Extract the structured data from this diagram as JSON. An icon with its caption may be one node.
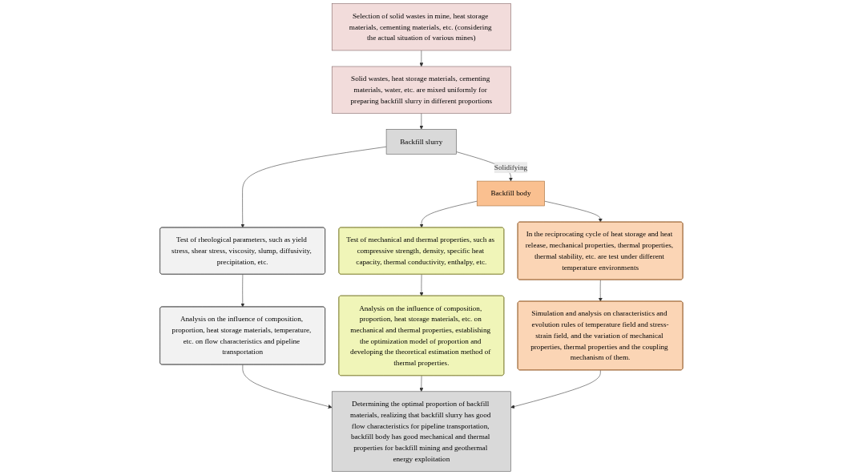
{
  "diagram": {
    "nodes": [
      {
        "text": [
          "Selection of solid wastes in mine, heat storage materials, cementing materials, etc. (considering the actual situation of various mines)"
        ]
      },
      {
        "text": [
          "Solid wastes, heat storage materials, cementing materials, water, etc. are mixed uniformly for preparing backfill slurry in different proportions"
        ]
      },
      {
        "text": [
          "Backfill slurry"
        ]
      },
      {
        "text": [
          "Backfill body"
        ]
      },
      {
        "text": [
          "Test of rheological parameters, such as yield stress, shear stress, viscosity, slump, diffusivity, precipitation, etc."
        ]
      },
      {
        "text": [
          "Test of mechanical and thermal properties, such as compressive strength, density, specific heat capacity, thermal conductivity, enthalpy, etc."
        ]
      },
      {
        "text": [
          "In the reciprocating cycle of heat storage and heat release, mechanical properties, thermal properties, thermal stability, etc. are test under different temperature environments"
        ]
      },
      {
        "text": [
          "Analysis on the influence of composition, proportion, heat storage materials, temperature, etc. on flow characteristics and pipeline transportation"
        ]
      },
      {
        "text": [
          "Analysis on the influence of composition, proportion, heat storage materials, etc. on mechanical and thermal properties, establishing the optimization model of proportion and developing the theoretical estimation method of thermal properties."
        ]
      },
      {
        "text": [
          "Simulation and analysis on characteristics and evolution rules of temperature field and stress-strain field, and the variation of mechanical properties, thermal properties and the coupling mechanism of them."
        ]
      },
      {
        "text": [
          "Determining the optimal proportion of backfill materials, realizing that backfill slurry has good flow characteristics for pipeline transportation, backfill body has good mechanical and thermal properties for backfill mining and geothermal energy exploitation"
        ]
      }
    ],
    "edges": [
      {
        "from": 0,
        "to": 1,
        "arrow": "to"
      },
      {
        "from": 1,
        "to": 2,
        "arrow": "to"
      },
      {
        "from": 2,
        "to": 3,
        "arrow": "to",
        "label": "Solidifying"
      },
      {
        "from": 2,
        "to": 4,
        "arrow": "to"
      },
      {
        "from": 3,
        "to": 5,
        "arrow": "to"
      },
      {
        "from": 3,
        "to": 6,
        "arrow": "to"
      },
      {
        "from": 4,
        "to": 7,
        "arrow": "to"
      },
      {
        "from": 5,
        "to": 8,
        "arrow": "to"
      },
      {
        "from": 6,
        "to": 9,
        "arrow": "to"
      },
      {
        "from": 7,
        "to": 10,
        "arrow": "to"
      },
      {
        "from": 8,
        "to": 10,
        "arrow": "to"
      },
      {
        "from": 9,
        "to": 10,
        "arrow": "to"
      }
    ]
  }
}
